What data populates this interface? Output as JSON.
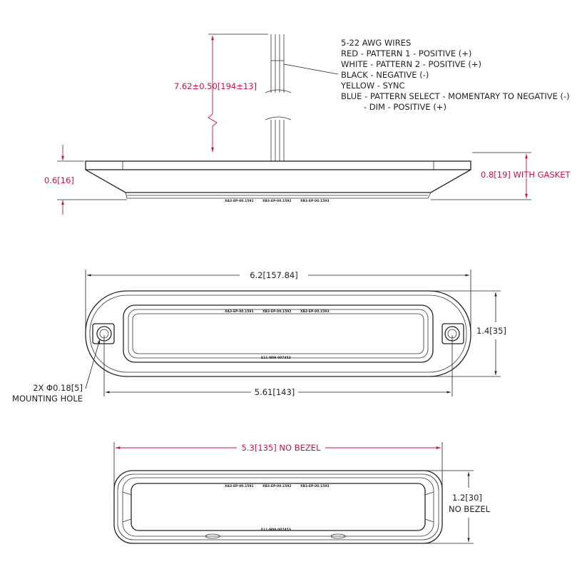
{
  "colors": {
    "dimension": "#d0103a",
    "outline": "#222222"
  },
  "wire_notes": [
    "5-22 AWG WIRES",
    "RED - PATTERN 1 - POSITIVE (+)",
    "WHITE - PATTERN 2 - POSITIVE (+)",
    "BLACK - NEGATIVE (-)",
    "YELLOW - SYNC",
    "BLUE - PATTERN SELECT - MOMENTARY TO NEGATIVE (-)",
    "- DIM - POSITIVE (+)"
  ],
  "dimensions": {
    "wire_length": "7.62±0.50[194±13]",
    "body_height": "0.6[16]",
    "gasket_height": "0.8[19] WITH GASKET",
    "overall_length": "6.2[157.84]",
    "height": "1.4[35]",
    "hole_spacing": "5.61[143]",
    "hole_callout_1": "2X Φ0.18[5]",
    "hole_callout_2": "MOUNTING HOLE",
    "nobezel_length": "5.3[135] NO BEZEL",
    "nobezel_height_1": "1.2[30]",
    "nobezel_height_2": "NO BEZEL"
  },
  "part_codes": {
    "top_row": [
      "XA3-EP-00.1591",
      "XB3-EP-00.1592",
      "XB3-EP-00.1593"
    ],
    "bottom": "E11-N08-007453"
  }
}
